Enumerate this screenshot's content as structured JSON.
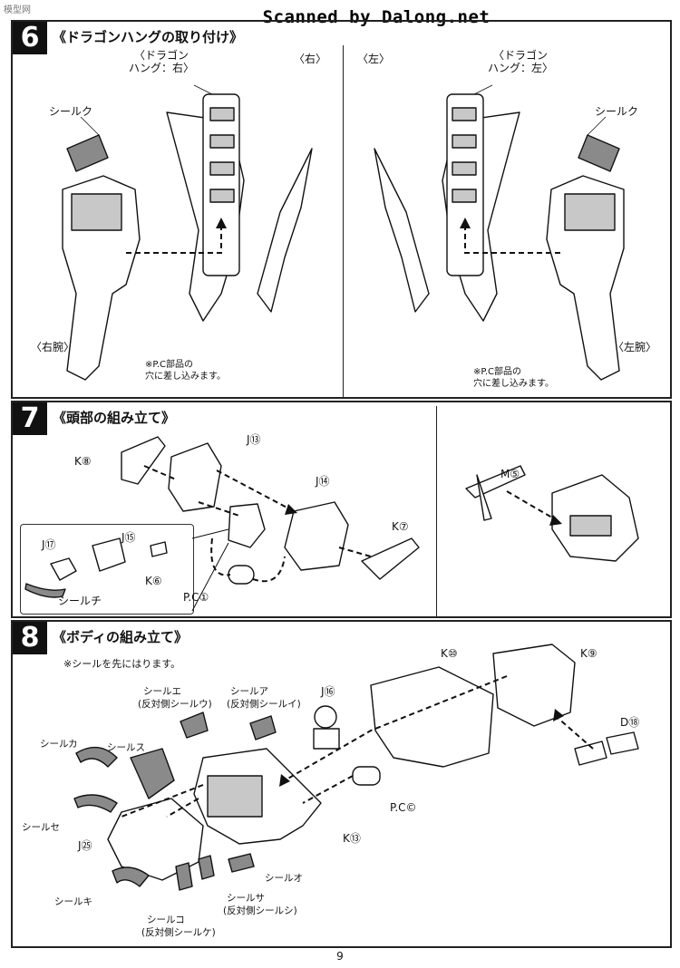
{
  "header": {
    "scan_credit": "Scanned by Dalong.net",
    "corner_mark": "模型网"
  },
  "step6": {
    "number": "6",
    "title": "《ドラゴンハングの取り付け》",
    "side_right": "〈右〉",
    "side_left": "〈左〉",
    "dragon_right": "〈ドラゴン\nハング：右〉",
    "dragon_left": "〈ドラゴン\nハング：左〉",
    "sticker_right": "シールク",
    "sticker_left": "シールク",
    "arm_right": "〈右腕〉",
    "arm_left": "〈左腕〉",
    "pc_note_right": "※P.C部品の\n穴に差し込みます。",
    "pc_note_left": "※P.C部品の\n穴に差し込みます。"
  },
  "step7": {
    "number": "7",
    "title": "《頭部の組み立て》",
    "parts": {
      "k8": "K⑧",
      "j13": "J⑬",
      "j14": "J⑭",
      "k7": "K⑦",
      "j17": "J⑰",
      "j15": "J⑮",
      "k6": "K⑥",
      "sticker_chi": "シールチ",
      "pc1": "P.C①",
      "m5": "M⑤"
    }
  },
  "step8": {
    "number": "8",
    "title": "《ボディの組み立て》",
    "note": "※シールを先にはります。",
    "parts": {
      "k10": "K⑩",
      "k9": "K⑨",
      "d18": "D⑱",
      "j16": "J⑯",
      "pcc": "P.C©",
      "k13": "K⑬",
      "j25": "J㉕",
      "sticker_e": "シールエ",
      "sticker_e_rev": "(反対側シールウ)",
      "sticker_a": "シールア",
      "sticker_a_rev": "(反対側シールイ)",
      "sticker_ka": "シールカ",
      "sticker_su": "シールス",
      "sticker_se": "シールセ",
      "sticker_ki": "シールキ",
      "sticker_o": "シールオ",
      "sticker_sa": "シールサ",
      "sticker_sa_rev": "(反対側シールシ)",
      "sticker_ko": "シールコ",
      "sticker_ko_rev": "(反対側シールケ)"
    }
  },
  "footer": {
    "page_number": "9"
  },
  "colors": {
    "ink": "#111111",
    "part_fill": "#ffffff",
    "sticker_fill": "#8a8a8a",
    "tone_fill": "#c8c8c8"
  }
}
